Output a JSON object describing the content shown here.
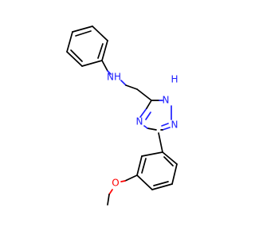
{
  "molecule": {
    "labels": {
      "nh_amine": "NH",
      "nh_triazole": "H",
      "n_triazole_1": "N",
      "n_triazole_2": "N",
      "n_triazole_3": "N",
      "o_methoxy": "O"
    },
    "colors": {
      "carbon": "#000000",
      "nitrogen": "#2020ff",
      "oxygen": "#ff0000",
      "background": "#ffffff"
    }
  }
}
